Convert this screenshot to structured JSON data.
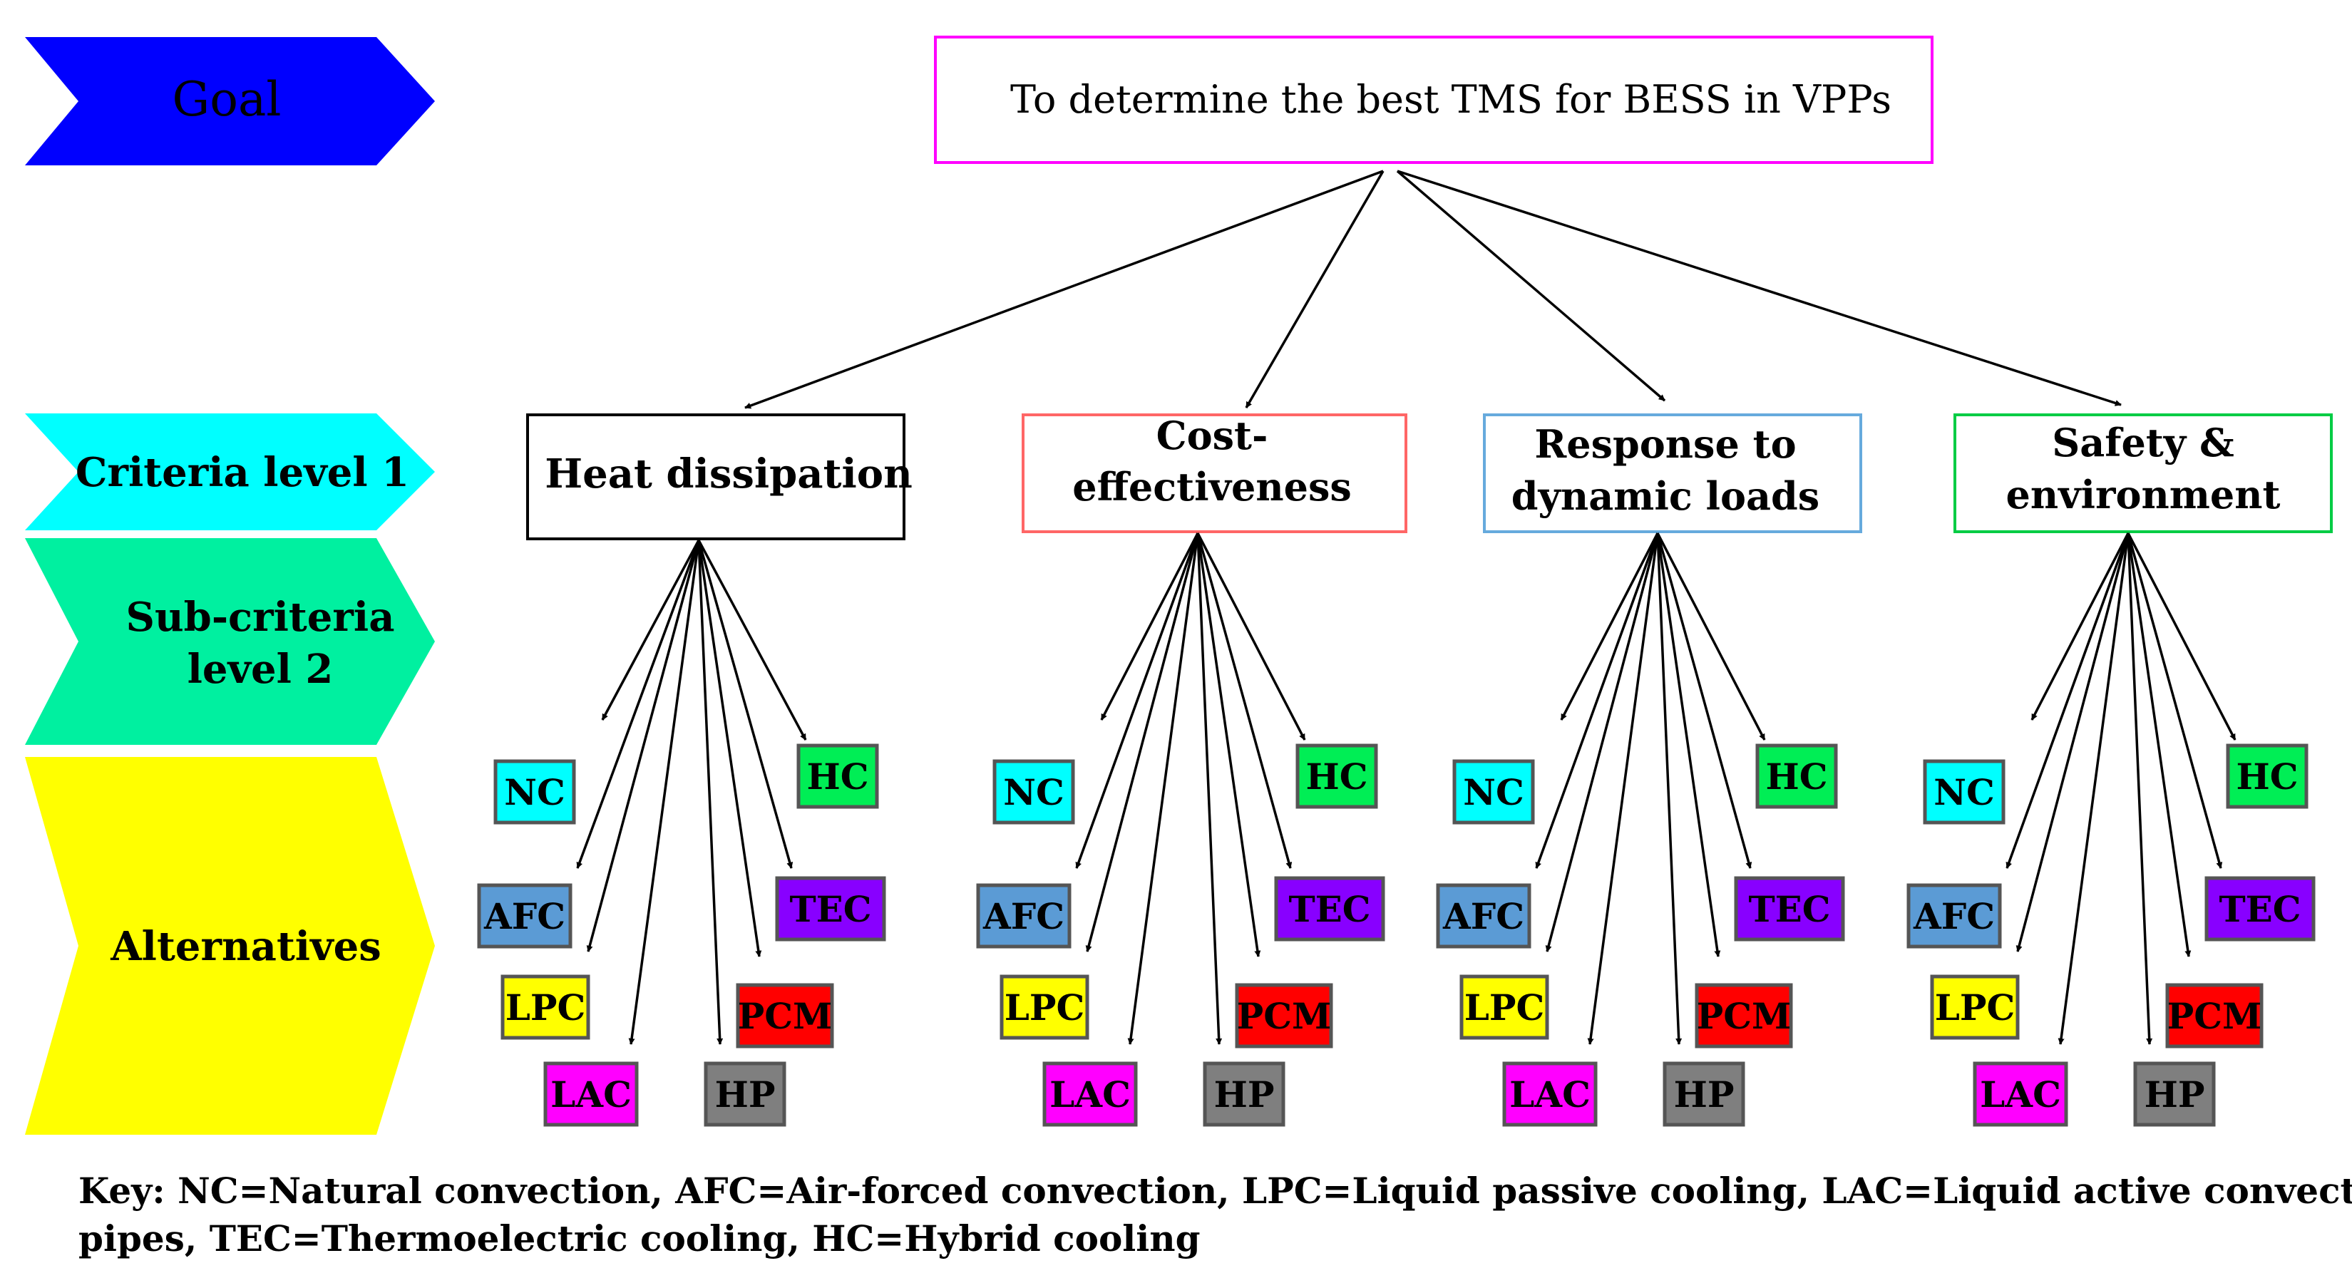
{
  "levels": {
    "goal": "Goal",
    "criteria": "Criteria level 1",
    "subcriteria_line1": "Sub-criteria",
    "subcriteria_line2": "level 2",
    "alternatives": "Alternatives"
  },
  "level_colors": {
    "goal": "#0000ff",
    "criteria": "#00ffff",
    "subcriteria": "#00f0a0",
    "alternatives": "#ffff00"
  },
  "goal_box": {
    "text": "To determine the best TMS for BESS in VPPs",
    "border": "#ff00ff"
  },
  "criteria": [
    {
      "id": "heat",
      "lines": [
        "Heat dissipation"
      ],
      "border": "#000000"
    },
    {
      "id": "cost",
      "lines": [
        "Cost-",
        "effectiveness"
      ],
      "border": "#ff6666"
    },
    {
      "id": "response",
      "lines": [
        "Response to",
        "dynamic loads"
      ],
      "border": "#66aadd"
    },
    {
      "id": "safety",
      "lines": [
        "Safety &",
        "environment"
      ],
      "border": "#00cc44"
    }
  ],
  "alternatives": [
    {
      "code": "NC",
      "fill": "#00ffff"
    },
    {
      "code": "AFC",
      "fill": "#5b9bd5"
    },
    {
      "code": "LPC",
      "fill": "#ffff00"
    },
    {
      "code": "LAC",
      "fill": "#ff00ff"
    },
    {
      "code": "HP",
      "fill": "#7f7f7f"
    },
    {
      "code": "PCM",
      "fill": "#ff0000"
    },
    {
      "code": "TEC",
      "fill": "#8800ff"
    },
    {
      "code": "HC",
      "fill": "#00ee55"
    }
  ],
  "key_line1": "Key: NC=Natural convection, AFC=Air-forced convection, LPC=Liquid passive cooling, LAC=Liquid active convection, HP=Heat",
  "key_line2": "pipes, TEC=Thermoelectric cooling, HC=Hybrid cooling"
}
